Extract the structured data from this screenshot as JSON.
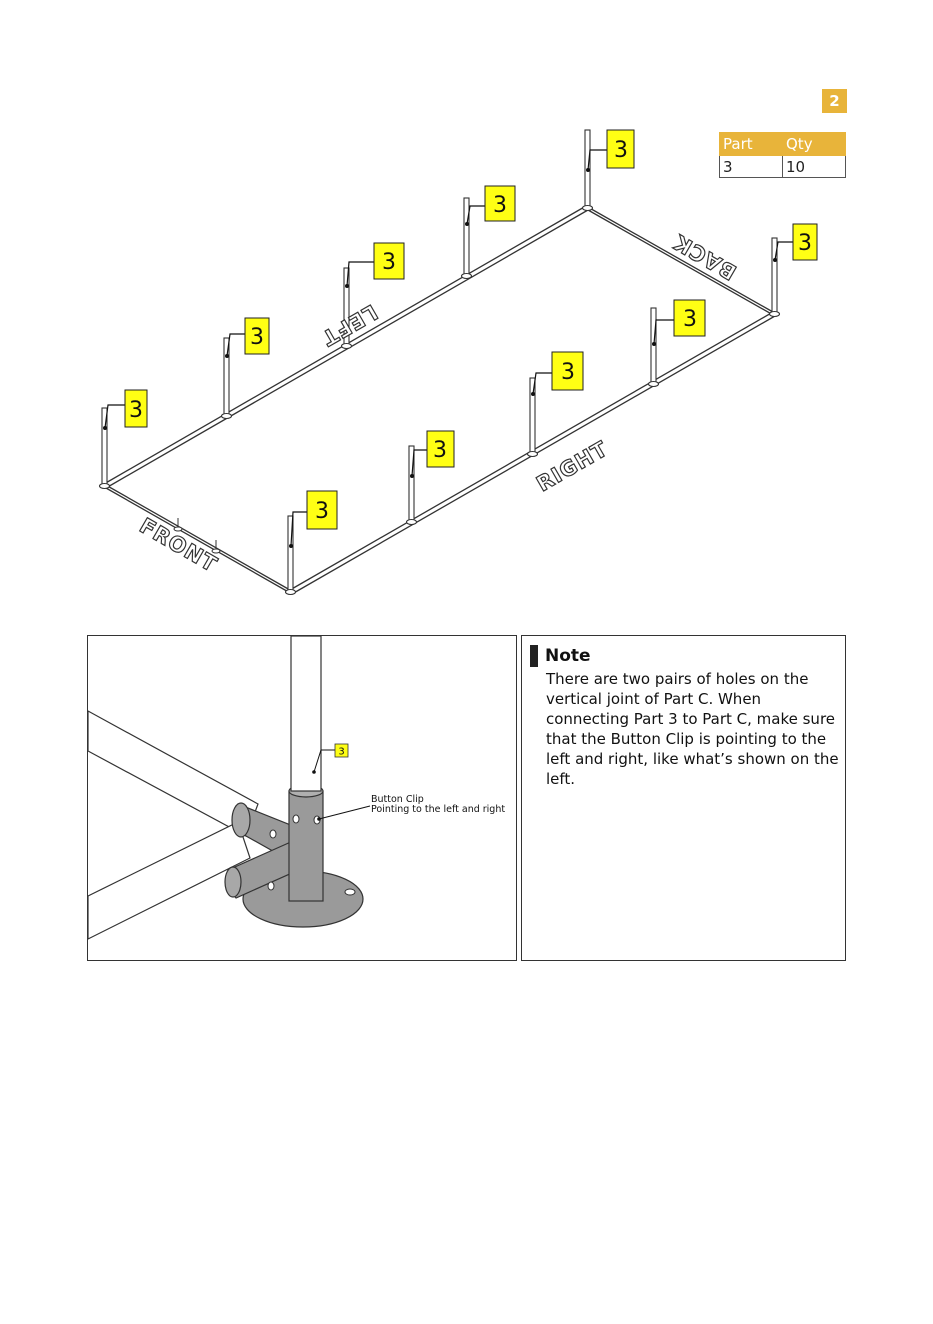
{
  "step_number": "2",
  "parts_table": {
    "headers": [
      "Part",
      "Qty"
    ],
    "rows": [
      [
        "3",
        "10"
      ]
    ]
  },
  "overview": {
    "part_label": "3",
    "directions": {
      "front": "FRONT",
      "back": "BACK",
      "left": "LEFT",
      "right": "RIGHT"
    }
  },
  "detail": {
    "part_label": "3",
    "callout_line1": "Button Clip",
    "callout_line2": "Pointing to the left and right"
  },
  "note": {
    "title": "Note",
    "body": "There are two pairs of holes on the vertical joint of Part C. When connecting Part 3 to Part C, make sure that the Button Clip is pointing to the left and right, like what’s shown on the left."
  },
  "colors": {
    "accent": "#e8b43a",
    "label_fill": "#ffff14",
    "metal_grey": "#9a9a9a"
  }
}
